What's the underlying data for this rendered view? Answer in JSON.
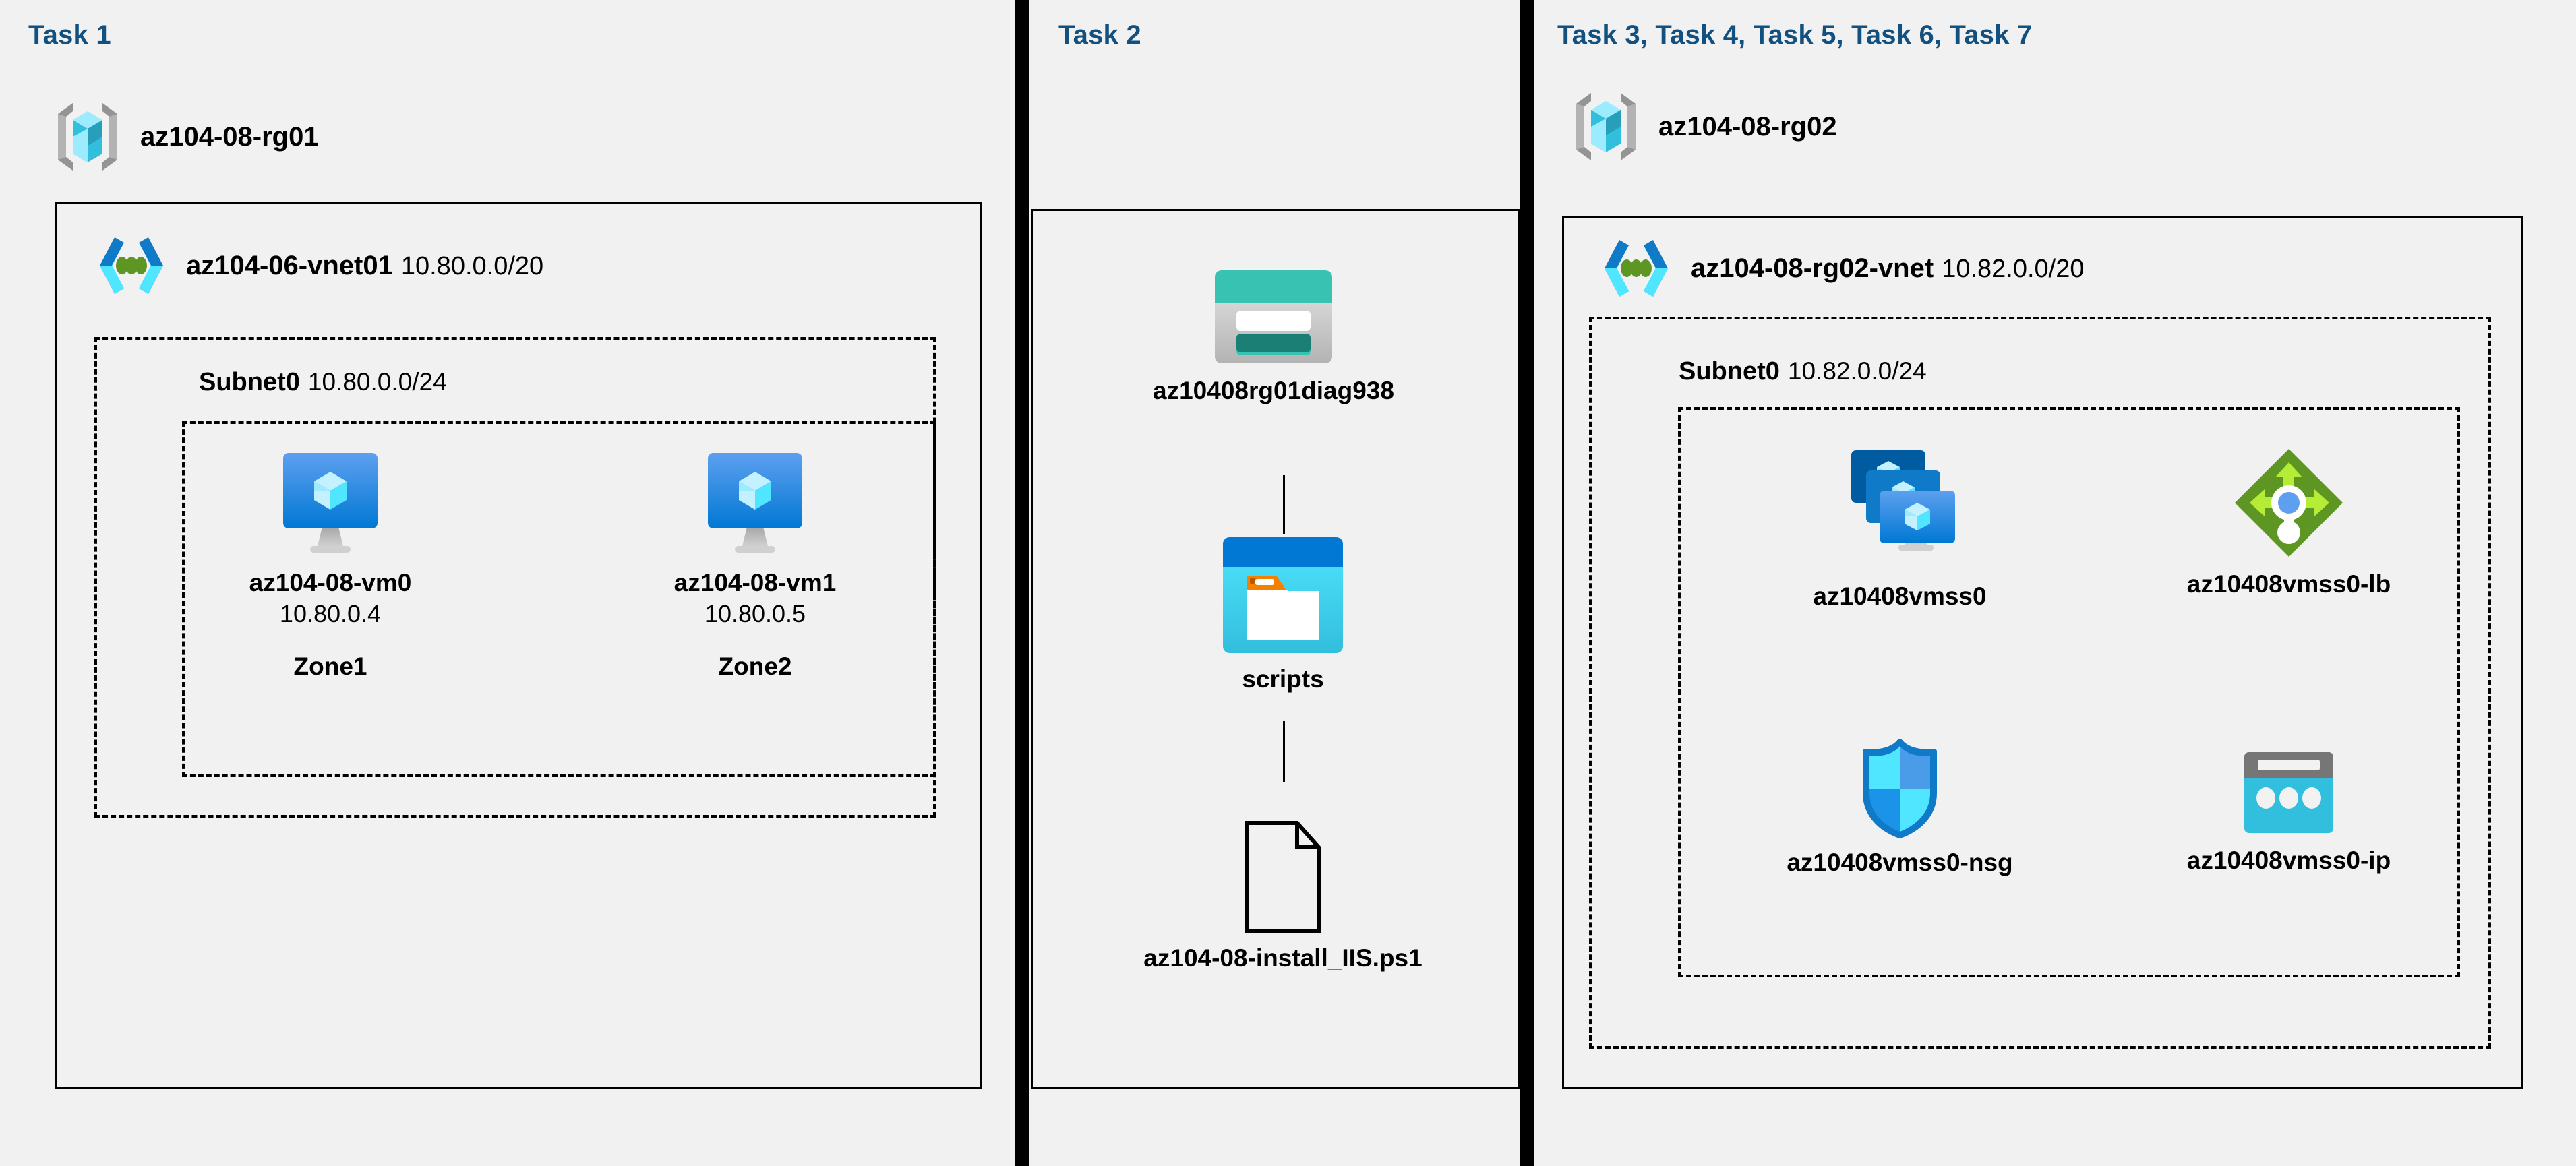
{
  "columns": [
    {
      "id": "col1",
      "task_title": "Task 1",
      "resource_group": {
        "name": "az104-08-rg01",
        "icon": "resource-group-icon"
      },
      "vnet": {
        "name": "az104-06-vnet01",
        "cidr": "10.80.0.0/20",
        "icon": "virtual-network-icon"
      },
      "subnet": {
        "name": "Subnet0",
        "cidr": "10.80.0.0/24"
      },
      "vms": [
        {
          "name": "az104-08-vm0",
          "ip": "10.80.0.4",
          "zone": "Zone1",
          "icon": "virtual-machine-icon"
        },
        {
          "name": "az104-08-vm1",
          "ip": "10.80.0.5",
          "zone": "Zone2",
          "icon": "virtual-machine-icon"
        }
      ]
    },
    {
      "id": "col2",
      "task_title": "Task 2",
      "nodes": [
        {
          "name": "az10408rg01diag938",
          "icon": "storage-account-icon"
        },
        {
          "name": "scripts",
          "icon": "blob-container-icon"
        },
        {
          "name": "az104-08-install_IIS.ps1",
          "icon": "script-file-icon"
        }
      ]
    },
    {
      "id": "col3",
      "task_title": "Task 3, Task 4, Task 5, Task 6, Task 7",
      "resource_group": {
        "name": "az104-08-rg02",
        "icon": "resource-group-icon"
      },
      "vnet": {
        "name": "az104-08-rg02-vnet",
        "cidr": "10.82.0.0/20",
        "icon": "virtual-network-icon"
      },
      "subnet": {
        "name": "Subnet0",
        "cidr": "10.82.0.0/24"
      },
      "resources": [
        {
          "name": "az10408vmss0",
          "icon": "vm-scale-set-icon"
        },
        {
          "name": "az10408vmss0-lb",
          "icon": "load-balancer-icon"
        },
        {
          "name": "az10408vmss0-nsg",
          "icon": "network-security-group-icon"
        },
        {
          "name": "az10408vmss0-ip",
          "icon": "public-ip-address-icon"
        }
      ]
    }
  ],
  "colors": {
    "background": "#f1f1f1",
    "task_title": "#11507f",
    "border": "#000000",
    "azure_blue": "#0078d4",
    "azure_cyan": "#32bedd",
    "azure_light_cyan": "#9cebff",
    "storage_teal": "#37c2b1",
    "storage_teal_dark": "#1b7f75",
    "lb_green": "#7fba00",
    "lb_green_dark": "#5e9624",
    "gray": "#a0a1a2"
  }
}
